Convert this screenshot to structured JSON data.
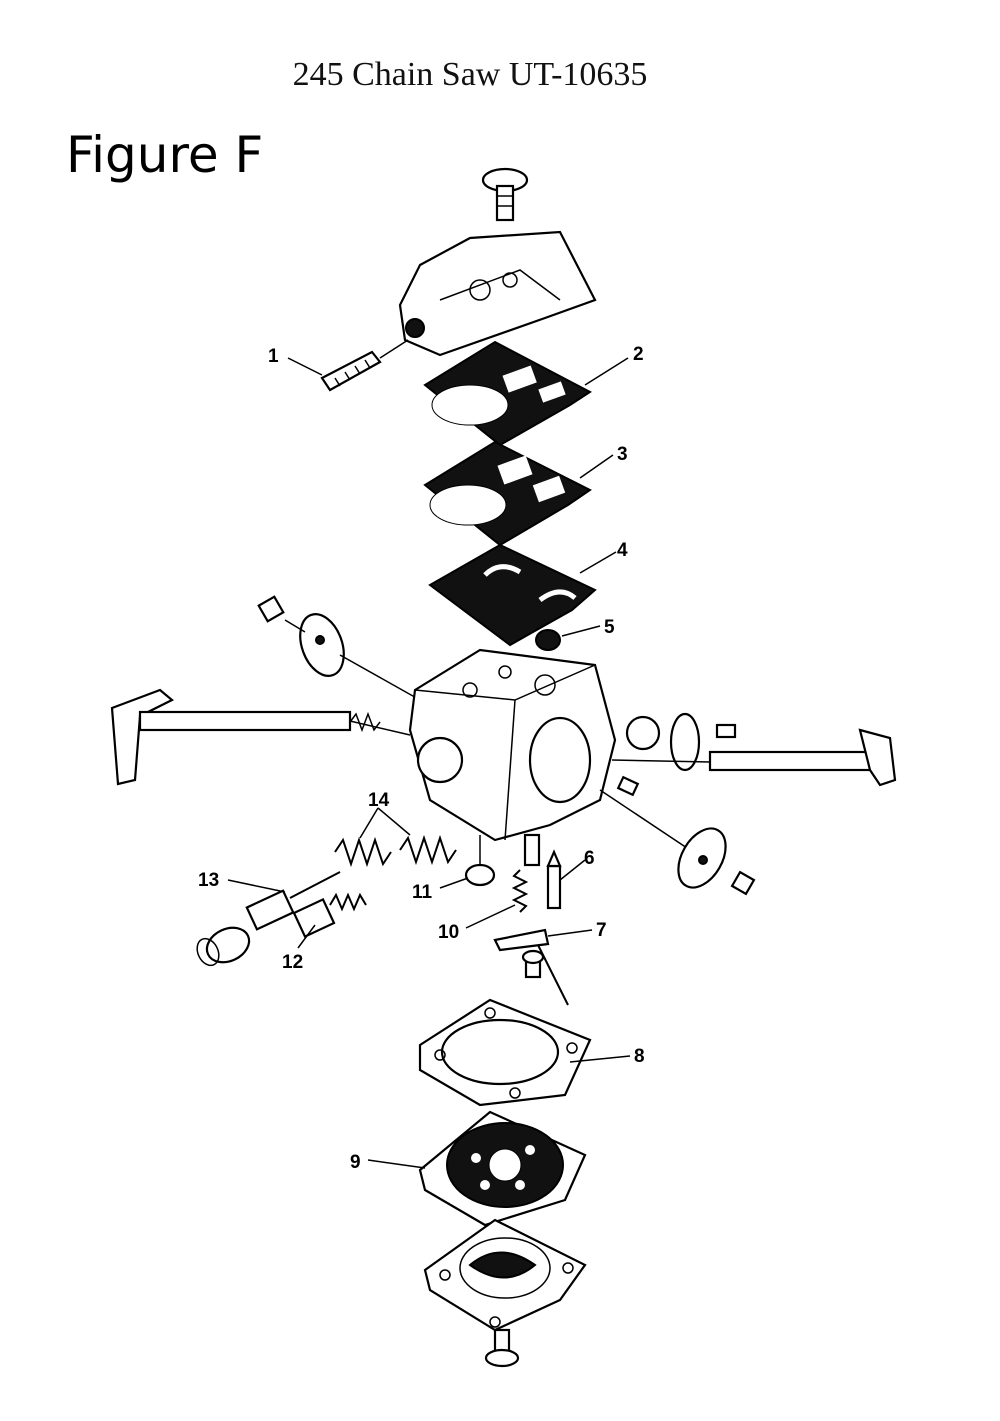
{
  "header": {
    "title": "245 Chain Saw UT-10635",
    "figure": "Figure F"
  },
  "callouts": {
    "c1": "1",
    "c2": "2",
    "c3": "3",
    "c4": "4",
    "c5": "5",
    "c6": "6",
    "c7": "7",
    "c8": "8",
    "c9": "9",
    "c10": "10",
    "c11": "11",
    "c12": "12",
    "c13": "13",
    "c14": "14"
  }
}
